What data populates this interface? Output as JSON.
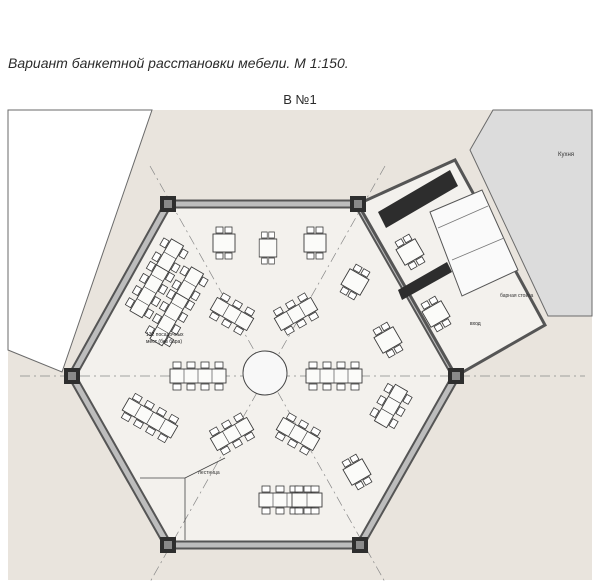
{
  "caption": "Вариант банкетной расстановки мебели. М 1:150.",
  "subcaption": "В №1",
  "labels": {
    "kitchen": "Кухня",
    "bar": "барная стойка",
    "seats": "132 посадочных",
    "seats2": "мест (без бара)",
    "stair": "лестница",
    "entry": "вход"
  }
}
